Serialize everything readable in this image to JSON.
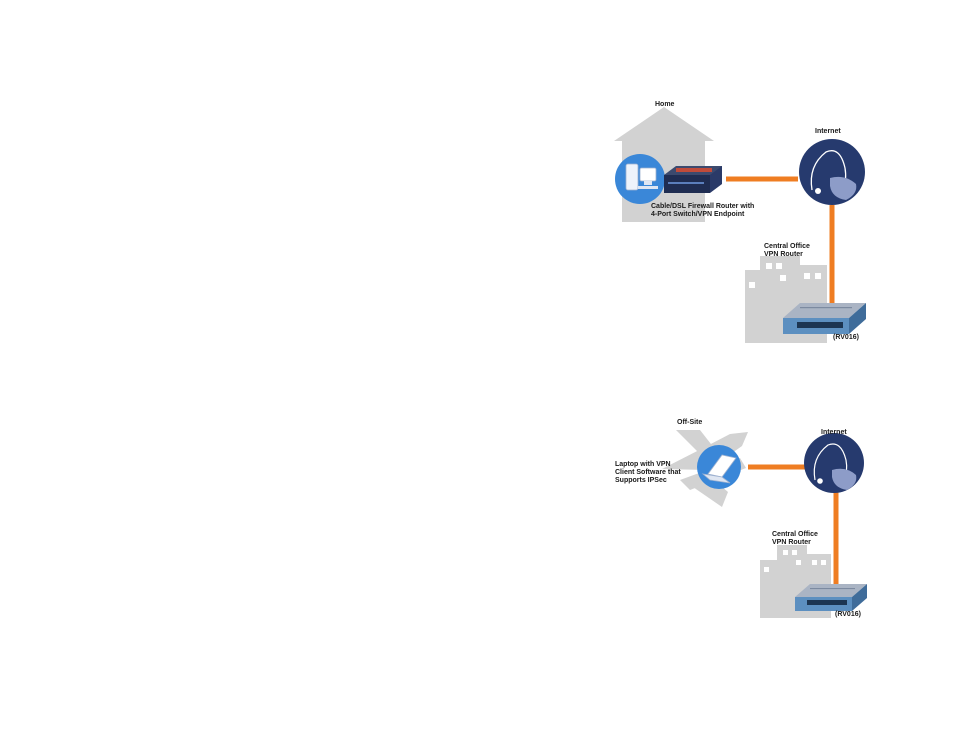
{
  "diagrams": [
    {
      "location_label": "Home",
      "internet_label": "Internet",
      "device_label_line1": "Cable/DSL Firewall Router with",
      "device_label_line2": "4-Port Switch/VPN Endpoint",
      "office_label_line1": "Central Office",
      "office_label_line2": "VPN Router",
      "router_model": "(RV016)",
      "icons": [
        "house-icon",
        "desktop-computer-icon",
        "home-router-icon",
        "globe-icon",
        "office-building-icon",
        "rack-router-icon"
      ]
    },
    {
      "location_label": "Off-Site",
      "internet_label": "Internet",
      "device_label_line1": "Laptop with VPN",
      "device_label_line2": "Client Software that",
      "device_label_line3": "Supports IPSec",
      "office_label_line1": "Central Office",
      "office_label_line2": "VPN Router",
      "router_model": "(RV016)",
      "icons": [
        "airplane-icon",
        "laptop-icon",
        "globe-icon",
        "office-building-icon",
        "rack-router-icon"
      ]
    }
  ],
  "colors": {
    "connection": "#ef7d22",
    "silhouette": "#d2d2d2",
    "globe": "#263a6e",
    "device_circle": "#3a87d8",
    "router_body": "#5c8fc0"
  }
}
